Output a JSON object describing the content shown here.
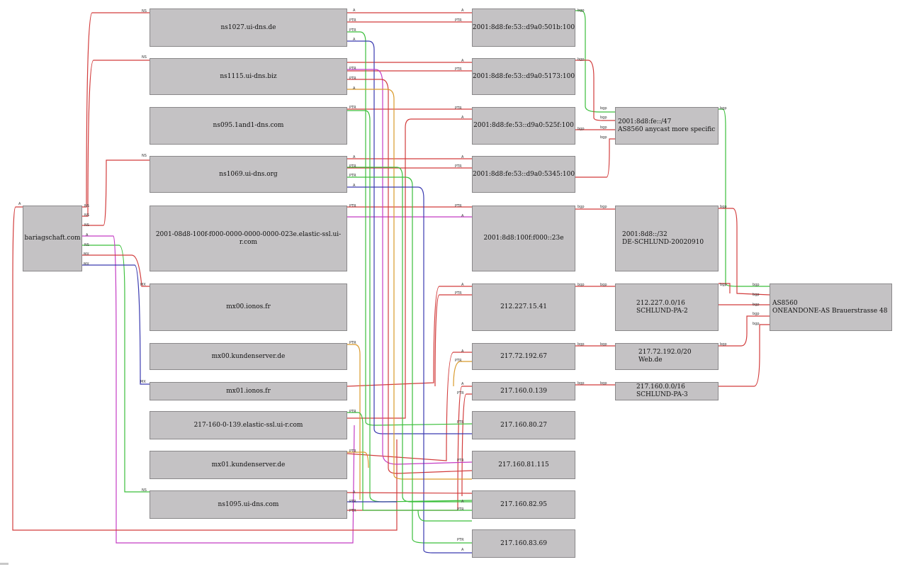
{
  "colors": {
    "red": "#d23c3c",
    "green": "#3bbf3b",
    "blue": "#3a3ab0",
    "magenta": "#c43cc4",
    "orange": "#d99a2a"
  },
  "nodes": {
    "domain": "bariagschaft.com",
    "ns1027": "ns1027.ui-dns.de",
    "ns1115": "ns1115.ui-dns.biz",
    "ns095": "ns095.1and1-dns.com",
    "ns1069": "ns1069.ui-dns.org",
    "elastic6": "2001-08d8-100f-f000-0000-0000-0000-023e.elastic-ssl.ui-r.com",
    "mx00ionos": "mx00.ionos.fr",
    "mx00kunden": "mx00.kundenserver.de",
    "mx01ionos": "mx01.ionos.fr",
    "elastic4": "217-160-0-139.elastic-ssl.ui-r.com",
    "mx01kunden": "mx01.kundenserver.de",
    "ns1095": "ns1095.ui-dns.com",
    "ip6_501b": "2001:8d8:fe:53::d9a0:501b:100",
    "ip6_5173": "2001:8d8:fe:53::d9a0:5173:100",
    "ip6_525f": "2001:8d8:fe:53::d9a0:525f:100",
    "ip6_5345": "2001:8d8:fe:53::d9a0:5345:100",
    "ip6_23e": "2001:8d8:100f:f000::23e",
    "ip_15_41": "212.227.15.41",
    "ip_192_67": "217.72.192.67",
    "ip_0_139": "217.160.0.139",
    "ip_80_27": "217.160.80.27",
    "ip_81_115": "217.160.81.115",
    "ip_82_95": "217.160.82.95",
    "ip_83_69": "217.160.83.69",
    "pfx_fe47": {
      "line1": "2001:8d8:fe::/47",
      "line2": "AS8560 anycast more specific"
    },
    "pfx_8d8_32": {
      "line1": "2001:8d8::/32",
      "line2": "DE-SCHLUND-20020910"
    },
    "pfx_212": {
      "line1": "212.227.0.0/16",
      "line2": "SCHLUND-PA-2"
    },
    "pfx_217_72": {
      "line1": "217.72.192.0/20",
      "line2": "Web.de"
    },
    "pfx_217_160": {
      "line1": "217.160.0.0/16",
      "line2": "SCHLUND-PA-3"
    },
    "as8560": {
      "line1": "AS8560",
      "line2": "ONEANDONE-AS Brauerstrasse 48"
    }
  },
  "edge_labels": {
    "ns": "NS",
    "a": "A",
    "ptr": "PTR",
    "mx": "MX",
    "bgp": "bgp"
  }
}
